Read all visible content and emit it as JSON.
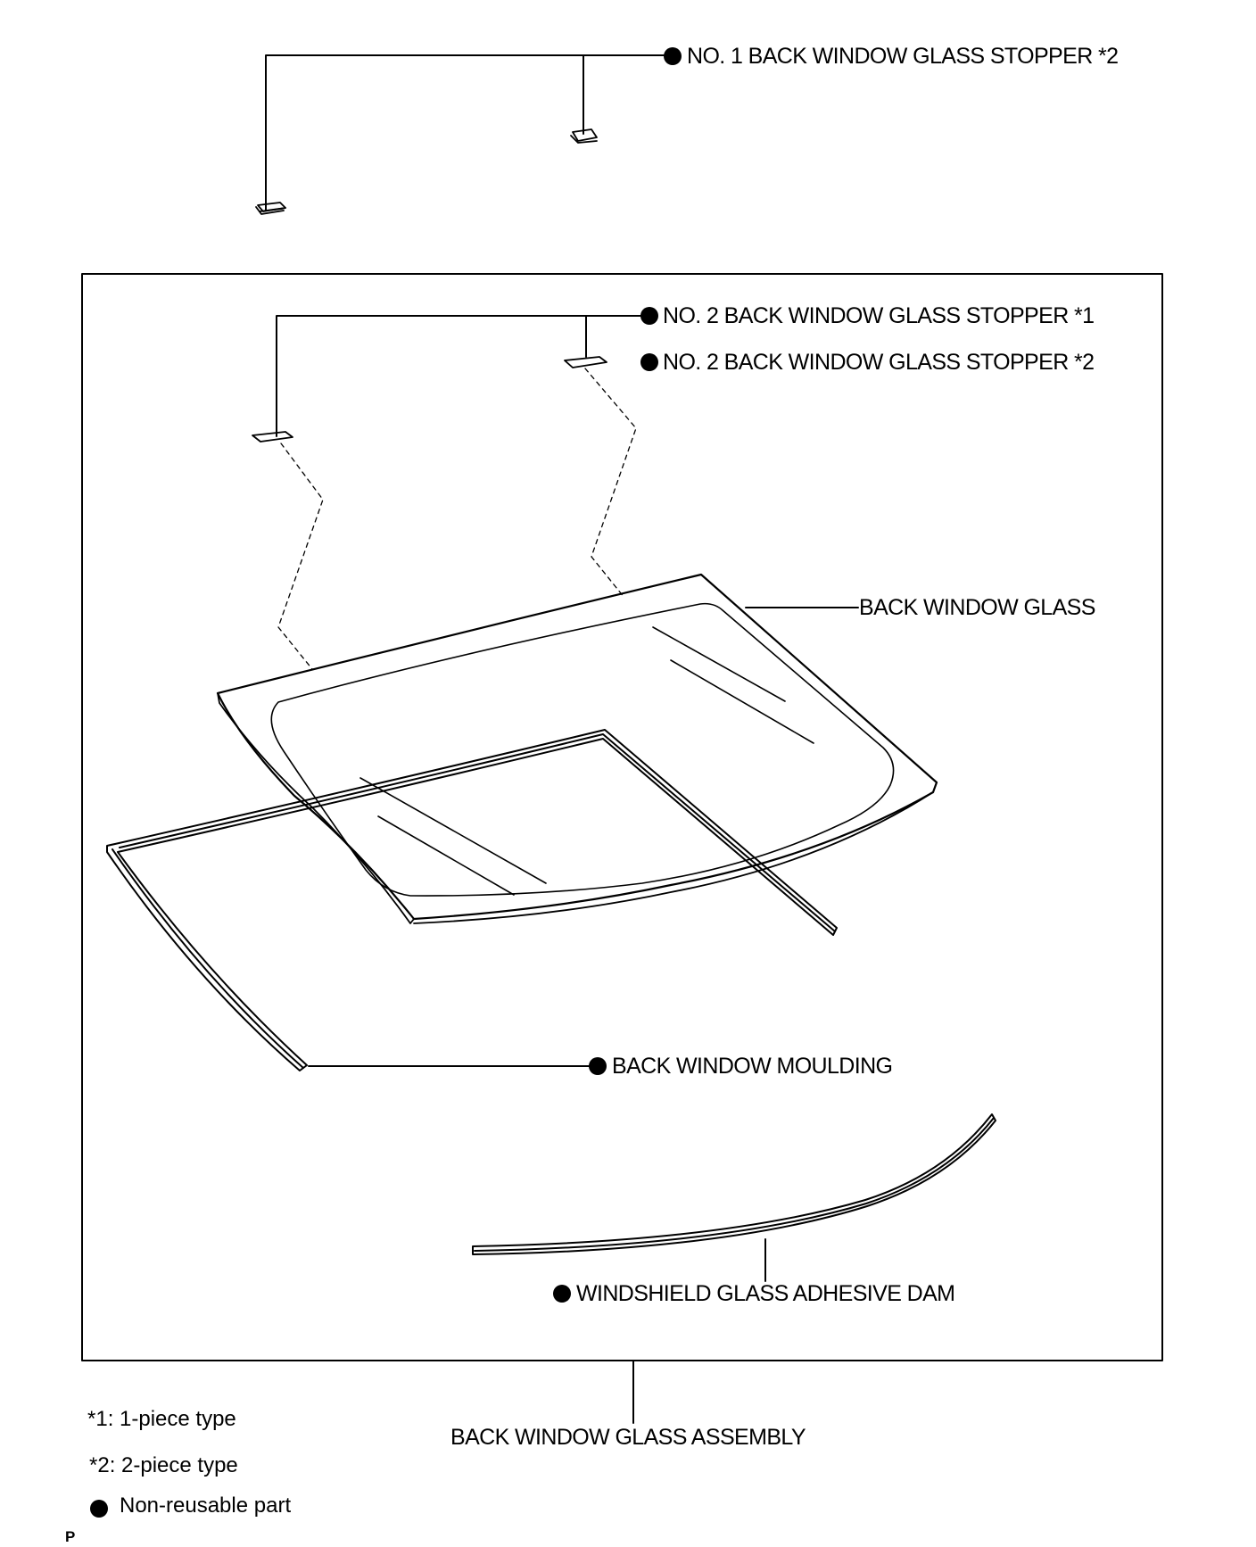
{
  "labels": {
    "stopper_no1_2": "NO. 1 BACK WINDOW GLASS STOPPER *2",
    "stopper_no2_1": "NO. 2 BACK WINDOW GLASS STOPPER *1",
    "stopper_no2_2": "NO. 2 BACK WINDOW GLASS STOPPER *2",
    "back_window_glass": "BACK WINDOW GLASS",
    "back_window_moulding": "BACK WINDOW MOULDING",
    "adhesive_dam": "WINDSHIELD GLASS ADHESIVE DAM",
    "assembly": "BACK WINDOW GLASS ASSEMBLY"
  },
  "legend": {
    "note1": "*1: 1-piece type",
    "note2": "*2: 2-piece type",
    "non_reusable": "Non-reusable part"
  },
  "corner_code": "P"
}
